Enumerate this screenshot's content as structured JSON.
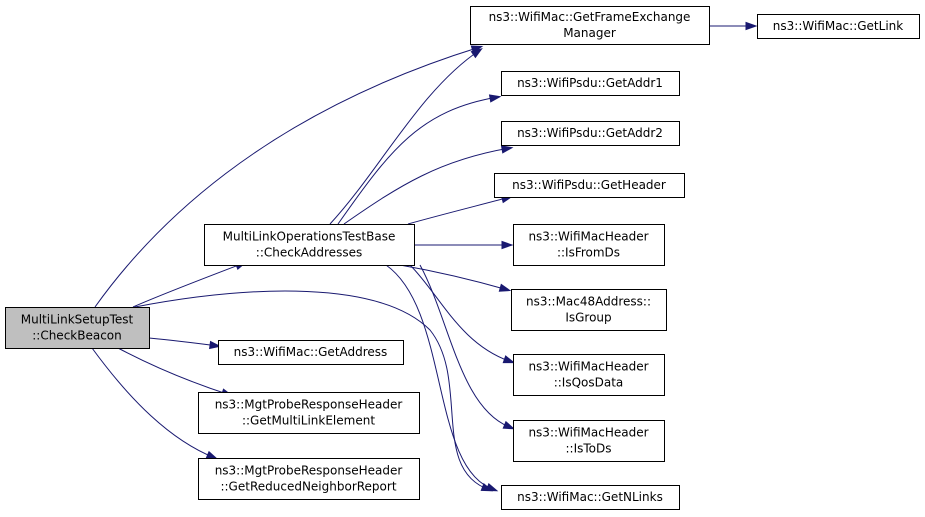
{
  "colors": {
    "edge": "#191970",
    "root_fill": "#bfbfbf",
    "node_fill": "#ffffff",
    "border": "#000000"
  },
  "nodes": {
    "root": {
      "lines": [
        "MultiLinkSetupTest",
        "::CheckBeacon"
      ]
    },
    "check_addresses": {
      "lines": [
        "MultiLinkOperationsTestBase",
        "::CheckAddresses"
      ]
    },
    "get_address": {
      "lines": [
        "ns3::WifiMac::GetAddress"
      ]
    },
    "get_multi_link_element": {
      "lines": [
        "ns3::MgtProbeResponseHeader",
        "::GetMultiLinkElement"
      ]
    },
    "get_reduced_neighbor_report": {
      "lines": [
        "ns3::MgtProbeResponseHeader",
        "::GetReducedNeighborReport"
      ]
    },
    "get_frame_exchange_manager": {
      "lines": [
        "ns3::WifiMac::GetFrameExchange",
        "Manager"
      ]
    },
    "get_link": {
      "lines": [
        "ns3::WifiMac::GetLink"
      ]
    },
    "get_addr1": {
      "lines": [
        "ns3::WifiPsdu::GetAddr1"
      ]
    },
    "get_addr2": {
      "lines": [
        "ns3::WifiPsdu::GetAddr2"
      ]
    },
    "get_header": {
      "lines": [
        "ns3::WifiPsdu::GetHeader"
      ]
    },
    "is_from_ds": {
      "lines": [
        "ns3::WifiMacHeader",
        "::IsFromDs"
      ]
    },
    "is_group": {
      "lines": [
        "ns3::Mac48Address::",
        "IsGroup"
      ]
    },
    "is_qos_data": {
      "lines": [
        "ns3::WifiMacHeader",
        "::IsQosData"
      ]
    },
    "is_to_ds": {
      "lines": [
        "ns3::WifiMacHeader",
        "::IsToDs"
      ]
    },
    "get_n_links": {
      "lines": [
        "ns3::WifiMac::GetNLinks"
      ]
    }
  },
  "edges": [
    [
      "root",
      "check_addresses"
    ],
    [
      "root",
      "get_frame_exchange_manager"
    ],
    [
      "root",
      "get_address"
    ],
    [
      "root",
      "get_multi_link_element"
    ],
    [
      "root",
      "get_reduced_neighbor_report"
    ],
    [
      "root",
      "get_n_links"
    ],
    [
      "check_addresses",
      "get_frame_exchange_manager"
    ],
    [
      "check_addresses",
      "get_addr1"
    ],
    [
      "check_addresses",
      "get_addr2"
    ],
    [
      "check_addresses",
      "get_header"
    ],
    [
      "check_addresses",
      "is_from_ds"
    ],
    [
      "check_addresses",
      "is_group"
    ],
    [
      "check_addresses",
      "is_qos_data"
    ],
    [
      "check_addresses",
      "is_to_ds"
    ],
    [
      "check_addresses",
      "get_n_links"
    ],
    [
      "get_frame_exchange_manager",
      "get_link"
    ]
  ]
}
